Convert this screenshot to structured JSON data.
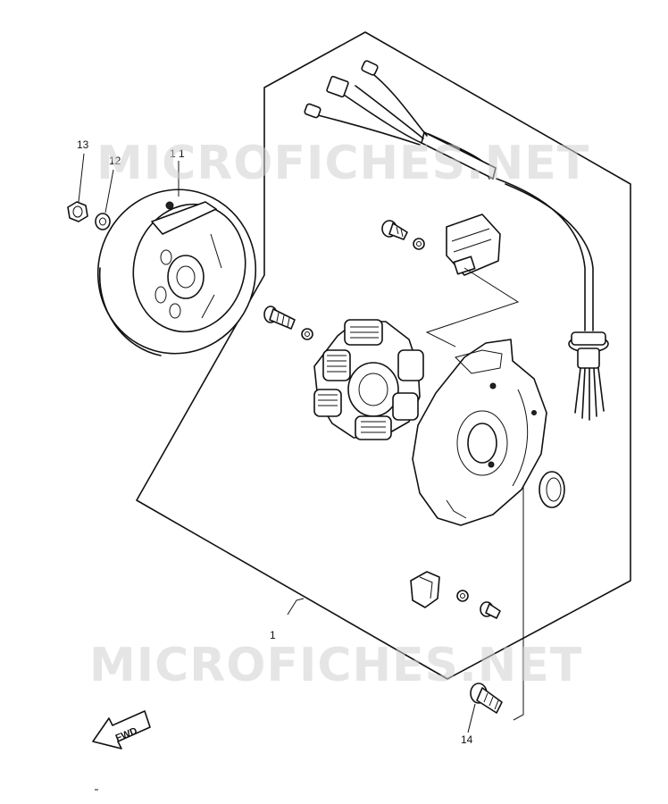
{
  "watermark": {
    "text": "MICROFICHES.NET"
  },
  "parts": [
    {
      "id": "part-1",
      "label": "1"
    },
    {
      "id": "part-11",
      "label": "1 1"
    },
    {
      "id": "part-12",
      "label": "12"
    },
    {
      "id": "part-13",
      "label": "13"
    },
    {
      "id": "part-14",
      "label": "14"
    }
  ],
  "fwd_arrow": {
    "text": "FWD"
  }
}
